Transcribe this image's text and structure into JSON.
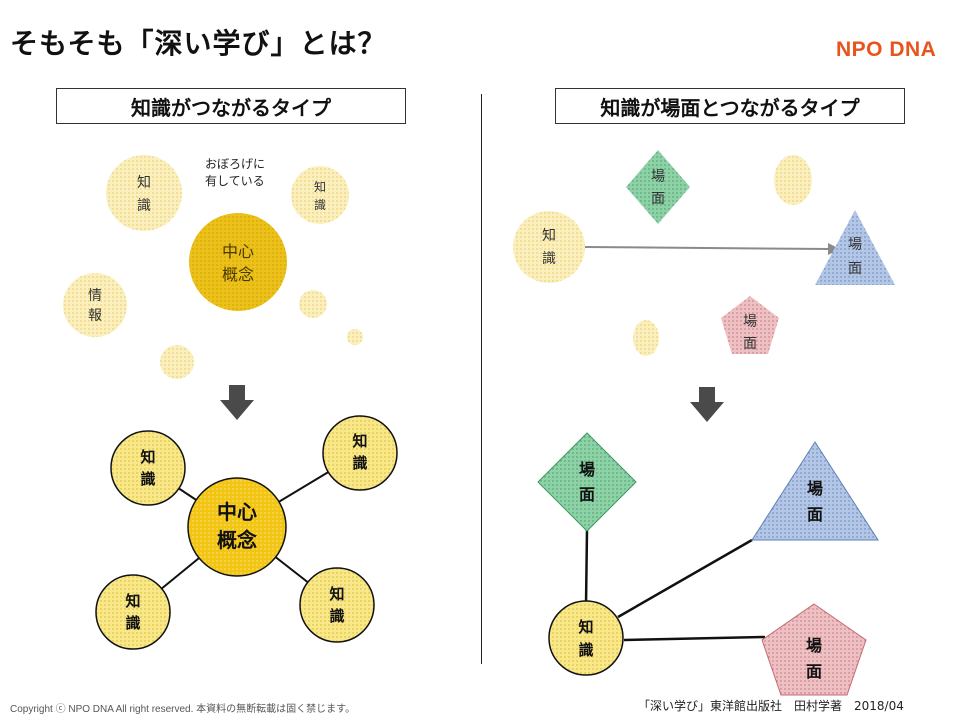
{
  "title": "そもそも「深い学び」とは？",
  "brand": {
    "name": "NPO DNA",
    "color": "#e8541e"
  },
  "left_panel": {
    "label": "知識がつながるタイプ",
    "top_note": [
      "おぼろげに",
      "有している"
    ],
    "top_nodes": {
      "k1": [
        "知",
        "識"
      ],
      "k2": [
        "知",
        "識"
      ],
      "center": [
        "中心",
        "概念"
      ],
      "info": [
        "情",
        "報"
      ]
    },
    "bottom_nodes": {
      "k1": [
        "知",
        "識"
      ],
      "k2": [
        "知",
        "識"
      ],
      "k3": [
        "知",
        "識"
      ],
      "k4": [
        "知",
        "識"
      ],
      "center": [
        "中心",
        "概念"
      ]
    }
  },
  "right_panel": {
    "label": "知識が場面とつながるタイプ",
    "top_nodes": {
      "scene_diamond": [
        "場",
        "面"
      ],
      "knowledge": [
        "知",
        "識"
      ],
      "scene_triangle": [
        "場",
        "面"
      ],
      "scene_pentagon": [
        "場",
        "面"
      ]
    },
    "bottom_nodes": {
      "scene_diamond": [
        "場",
        "面"
      ],
      "scene_triangle": [
        "場",
        "面"
      ],
      "scene_pentagon": [
        "場",
        "面"
      ],
      "knowledge": [
        "知",
        "識"
      ]
    }
  },
  "colors": {
    "knowledge_fill": "#f6e27a",
    "knowledge_faint": "#f6e9a8",
    "center_fill": "#ecc11a",
    "diamond_fill": "#7fc79a",
    "triangle_fill": "#9db4d8",
    "pentagon_fill": "#e3a9ad",
    "arrow": "#4a4a4a",
    "connector_gray": "#8a8a8a"
  },
  "footer": {
    "copyright": "Copyright ⓒ NPO DNA All right reserved. 本資料の無断転載は固く禁じます。",
    "source": "「深い学び」東洋館出版社　田村学著　2018/04"
  }
}
